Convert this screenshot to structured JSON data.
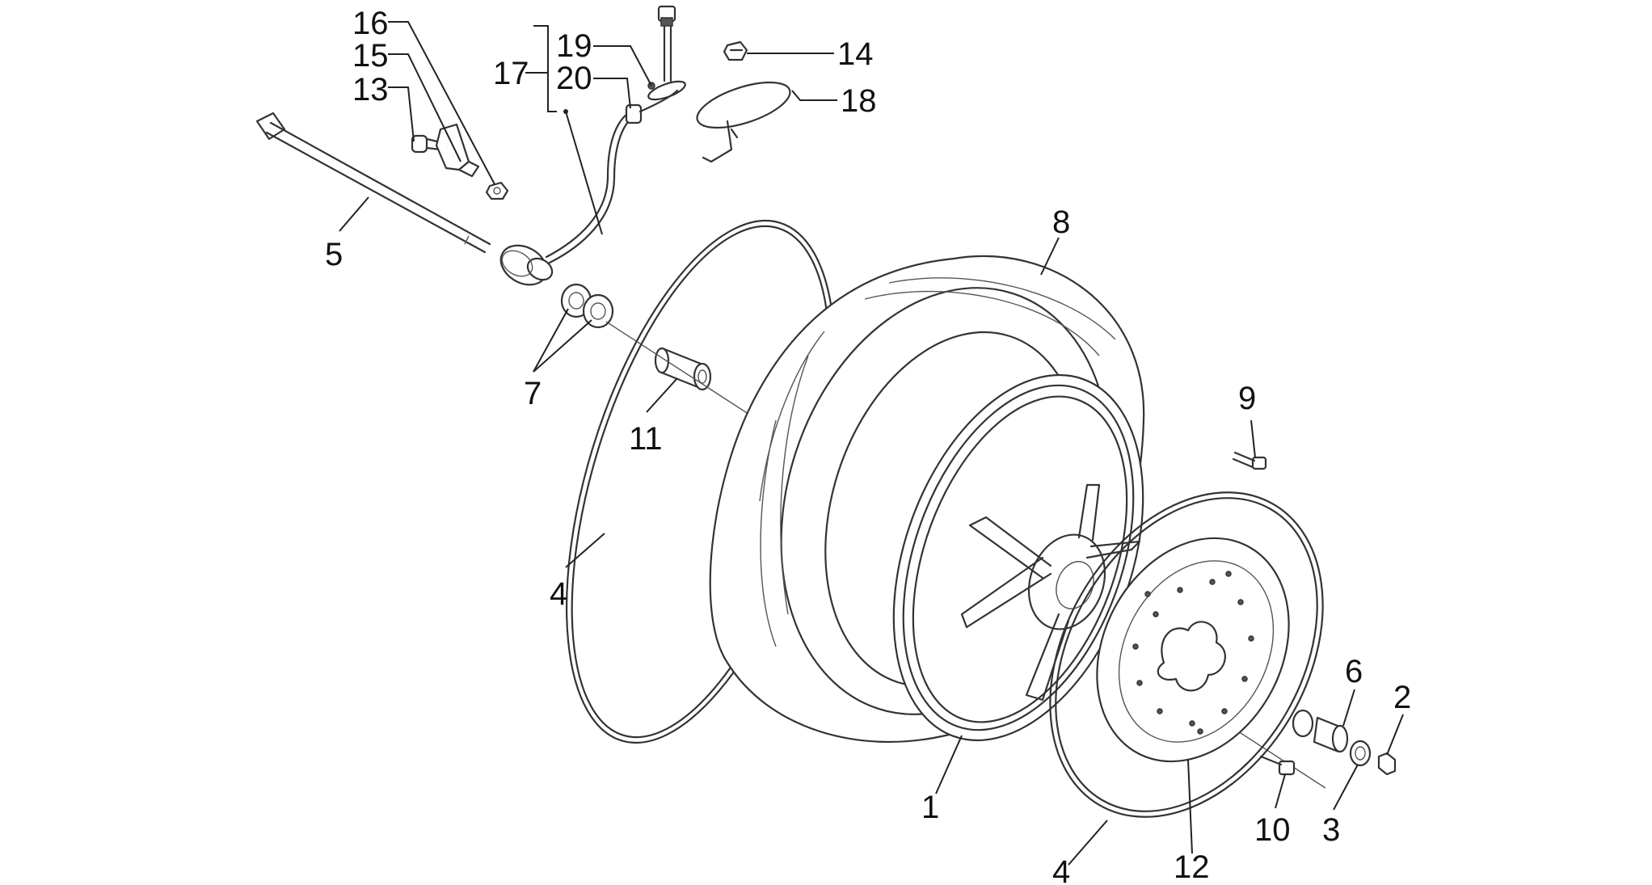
{
  "labels": {
    "p1": "1",
    "p2": "2",
    "p3": "3",
    "p4a": "4",
    "p4b": "4",
    "p5": "5",
    "p6": "6",
    "p7": "7",
    "p8": "8",
    "p9": "9",
    "p10": "10",
    "p11": "11",
    "p12": "12",
    "p13": "13",
    "p14": "14",
    "p15": "15",
    "p16": "16",
    "p17": "17",
    "p18": "18",
    "p19": "19",
    "p20": "20"
  },
  "colors": {
    "line": "#222222",
    "part_stroke": "#333333",
    "background": "#ffffff"
  }
}
